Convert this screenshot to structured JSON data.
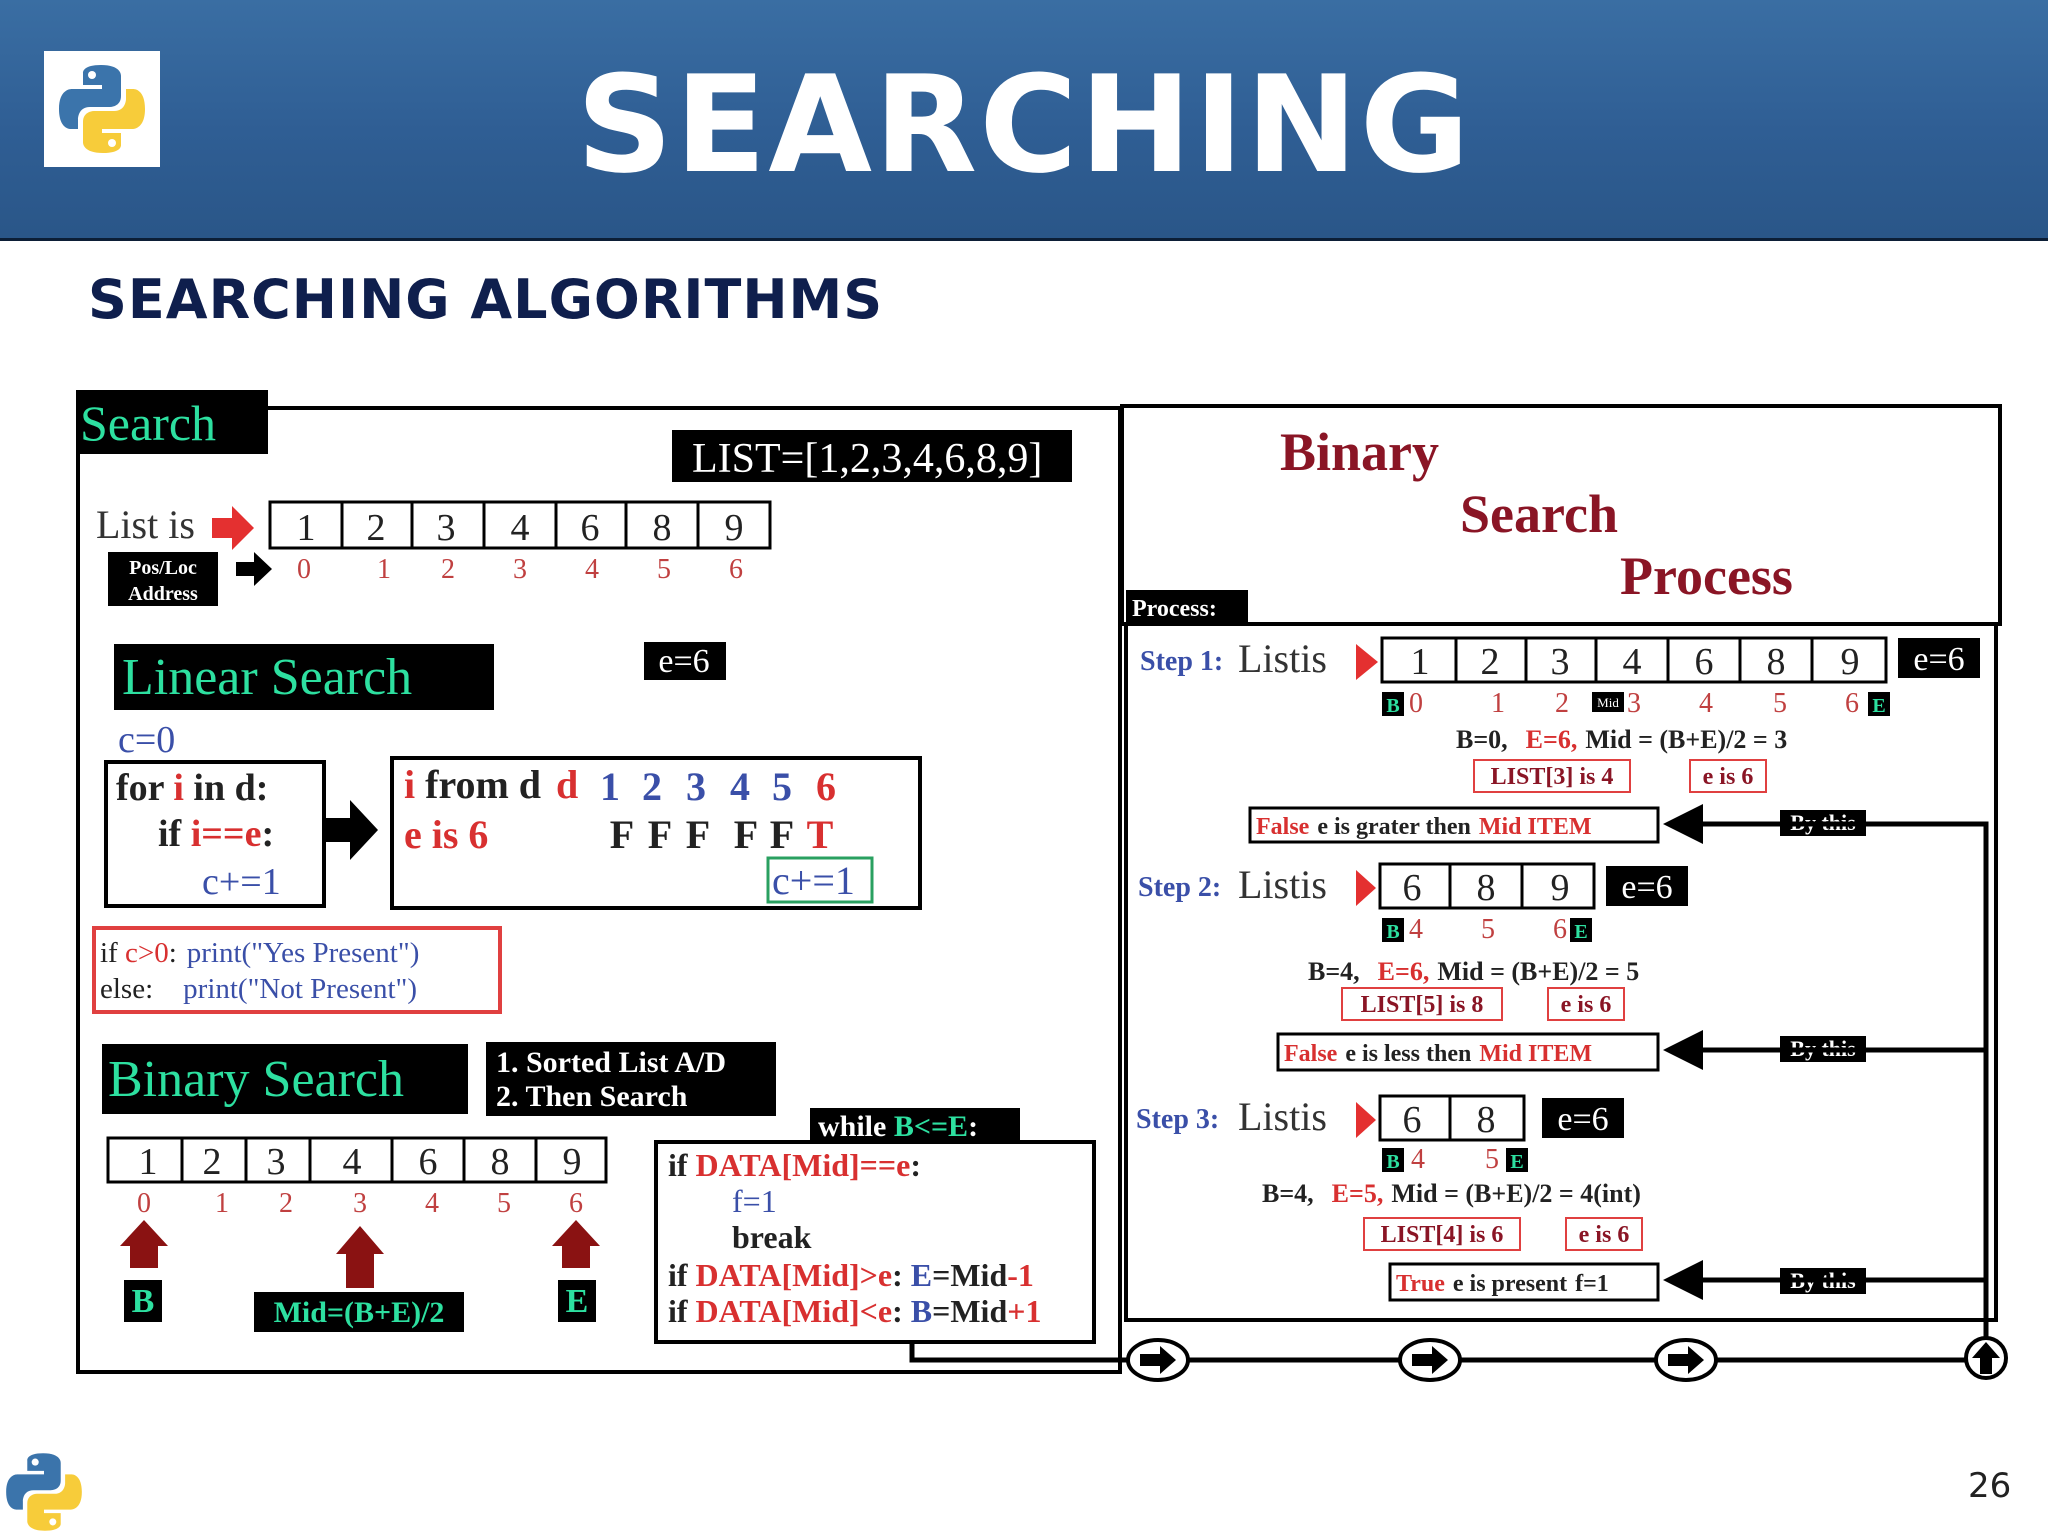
{
  "slide": {
    "title": "SEARCHING",
    "section_heading": "SEARCHING ALGORITHMS",
    "page_number": "26",
    "logo_icon": "python-logo-icon",
    "banner_color": "#2f5e94"
  },
  "search_panel": {
    "tag": "Search",
    "list_literal": "LIST=[1,2,3,4,6,8,9]",
    "list_label": "List is",
    "pos_label_1": "Pos/Loc",
    "pos_label_2": "Address",
    "list_values": [
      "1",
      "2",
      "3",
      "4",
      "6",
      "8",
      "9"
    ],
    "positions": [
      "0",
      "1",
      "2",
      "3",
      "4",
      "5",
      "6"
    ]
  },
  "linear_search": {
    "title": "Linear Search",
    "e_label": "e=6",
    "init": "c=0",
    "code": {
      "for_kw": "for ",
      "for_var": "i",
      "for_rest": " in d:",
      "if_kw": "if ",
      "if_cond": "i==e",
      "if_colon": ":",
      "increment": "c+=1"
    },
    "trace": {
      "row1_var": "i",
      "row1_rest": " from d",
      "values": [
        "1",
        "2",
        "3",
        "4",
        "5",
        "6"
      ],
      "row2_label": "e is 6",
      "results": [
        "F",
        "F",
        "F",
        "F",
        "F",
        "T"
      ],
      "increment": "c+=1"
    },
    "output": {
      "if_kw": "if ",
      "if_cond": "c>0",
      "if_colon": ":",
      "if_print": "print(\"Yes Present\")",
      "else_kw": "else:",
      "else_print": "print(\"Not Present\")"
    }
  },
  "binary_search": {
    "title": "Binary Search",
    "steps_note": [
      "1. Sorted List A/D",
      "2. Then Search"
    ],
    "list_values": [
      "1",
      "2",
      "3",
      "4",
      "6",
      "8",
      "9"
    ],
    "positions": [
      "0",
      "1",
      "2",
      "3",
      "4",
      "5",
      "6"
    ],
    "begin_label": "B",
    "mid_label": "Mid=(B+E)/2",
    "end_label": "E",
    "loop": {
      "while_kw": "while ",
      "while_cond": "B<=E",
      "while_colon": ":",
      "line1_if": "if ",
      "line1_cond": "DATA[Mid]==e",
      "line1_colon": ":",
      "line2": "f=1",
      "line3": "break",
      "line4_if": "if ",
      "line4_cond": "DATA[Mid]>e",
      "line4_colon": ": ",
      "line4_assign": "E",
      "line4_eq": "=Mid",
      "line4_op": "-1",
      "line5_if": "if ",
      "line5_cond": "DATA[Mid]<e",
      "line5_colon": ": ",
      "line5_assign": "B",
      "line5_eq": "=Mid",
      "line5_op": "+1"
    }
  },
  "process_panel": {
    "title_1": "Binary",
    "title_2": "Search",
    "title_3": "Process",
    "process_tag": "Process:",
    "list_is": "Listis",
    "e_label": "e=6",
    "by_this": "By this",
    "step1": {
      "label": "Step 1:",
      "values": [
        "1",
        "2",
        "3",
        "4",
        "6",
        "8",
        "9"
      ],
      "positions": [
        "0",
        "1",
        "2",
        "3",
        "4",
        "5",
        "6"
      ],
      "b_marker": "B",
      "mid_marker": "Mid",
      "e_marker": "E",
      "calc_b": "B=0,",
      "calc_e": "E=6,",
      "calc_mid": "Mid = (B+E)/2 = 3",
      "list_check": "LIST[3] is 4",
      "e_check": "e is 6",
      "verdict_1": "False",
      "verdict_2": "e is grater then",
      "verdict_3": "Mid ITEM"
    },
    "step2": {
      "label": "Step 2:",
      "values": [
        "6",
        "8",
        "9"
      ],
      "positions": [
        "4",
        "5",
        "6"
      ],
      "b_marker": "B",
      "e_marker": "E",
      "calc_b": "B=4,",
      "calc_e": "E=6,",
      "calc_mid": "Mid = (B+E)/2 = 5",
      "list_check": "LIST[5] is 8",
      "e_check": "e is 6",
      "verdict_1": "False",
      "verdict_2": "e is less then",
      "verdict_3": "Mid ITEM"
    },
    "step3": {
      "label": "Step 3:",
      "values": [
        "6",
        "8"
      ],
      "positions": [
        "4",
        "5"
      ],
      "b_marker": "B",
      "e_marker": "E",
      "calc_b": "B=4,",
      "calc_e": "E=5,",
      "calc_mid": "Mid = (B+E)/2 = 4(int)",
      "list_check": "LIST[4] is 6",
      "e_check": "e is 6",
      "verdict_1": "True",
      "verdict_2": "e is present",
      "verdict_3": "f=1"
    }
  }
}
